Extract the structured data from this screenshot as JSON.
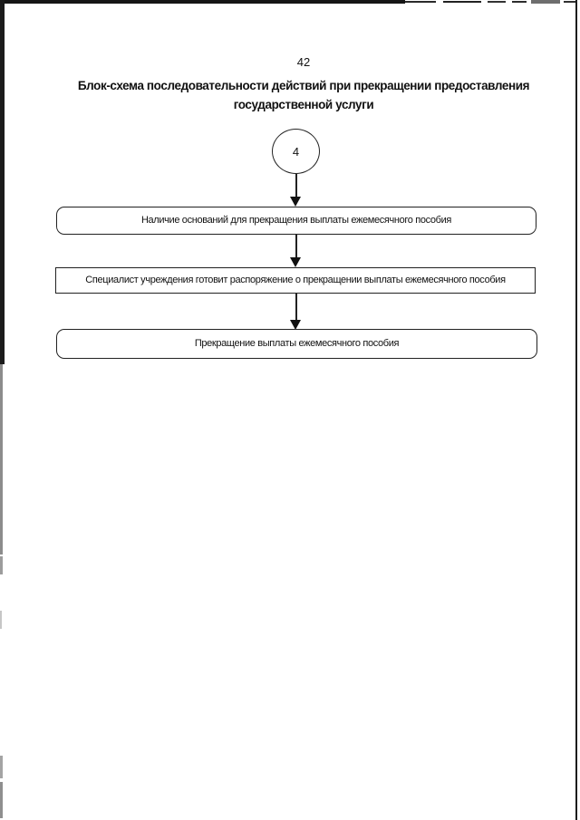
{
  "page": {
    "number": "42",
    "title": {
      "line1": "Блок-схема последовательности действий при прекращении предоставления",
      "line2": "государственной услуги"
    }
  },
  "flowchart": {
    "connector": {
      "label": "4"
    },
    "nodes": [
      {
        "shape": "rounded",
        "label": "Наличие оснований для прекращения выплаты ежемесячного пособия"
      },
      {
        "shape": "rectangle",
        "label": "Специалист учреждения готовит распоряжение о прекращении выплаты ежемесячного пособия"
      },
      {
        "shape": "rounded",
        "label": "Прекращение выплаты ежемесячного пособия"
      }
    ]
  },
  "colors": {
    "ink": "#111111",
    "paper": "#ffffff",
    "scan_edge_dark": "#1b1b1b",
    "scan_edge_gray": "#8c8c8c"
  }
}
